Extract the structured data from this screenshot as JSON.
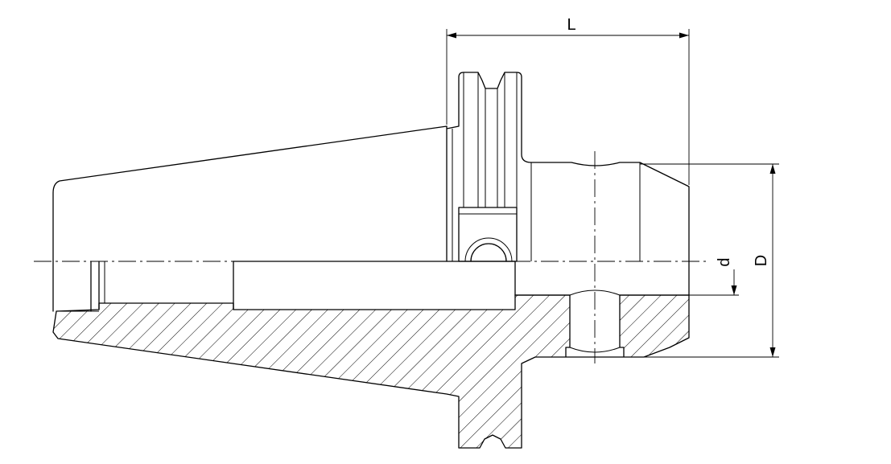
{
  "dimensions": {
    "length_label": "L",
    "bore_label": "d",
    "outer_label": "D"
  }
}
